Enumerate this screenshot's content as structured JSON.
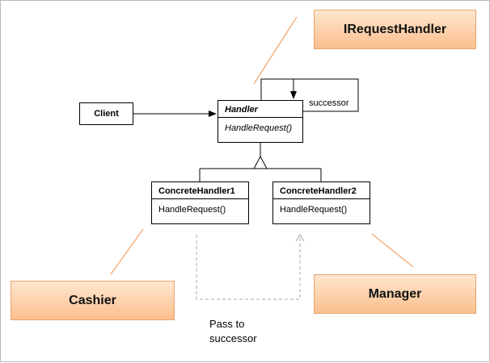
{
  "diagram": {
    "client": {
      "label": "Client"
    },
    "handler": {
      "name": "Handler",
      "method": "HandleRequest()"
    },
    "successor_label": "successor",
    "concrete_handler_1": {
      "name": "ConcreteHandler1",
      "method": "HandleRequest()"
    },
    "concrete_handler_2": {
      "name": "ConcreteHandler2",
      "method": "HandleRequest()"
    },
    "pass_label": "Pass to successor"
  },
  "notes": {
    "interface": "IRequestHandler",
    "cashier": "Cashier",
    "manager": "Manager"
  },
  "colors": {
    "note_fill_top": "#ffe6cf",
    "note_fill_bottom": "#fbbf8e",
    "note_line": "#f5a46a",
    "dashed_arrow": "#a8a8a8"
  }
}
